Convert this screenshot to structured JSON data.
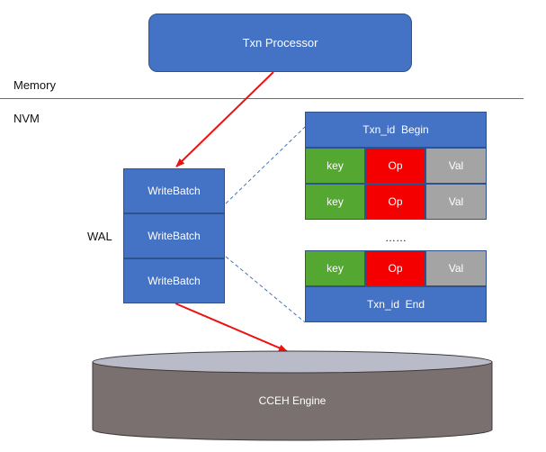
{
  "processor": {
    "label": "Txn Processor"
  },
  "regions": {
    "memory": "Memory",
    "nvm": "NVM"
  },
  "wal": {
    "label": "WAL",
    "batches": [
      "WriteBatch",
      "WriteBatch",
      "WriteBatch"
    ]
  },
  "batch_detail": {
    "begin": "Txn_id  Begin",
    "rows": [
      {
        "key": "key",
        "op": "Op",
        "val": "Val"
      },
      {
        "key": "key",
        "op": "Op",
        "val": "Val"
      }
    ],
    "ellipsis": "……",
    "last_row": {
      "key": "key",
      "op": "Op",
      "val": "Val"
    },
    "end": "Txn_id  End"
  },
  "engine": {
    "label": "CCEH Engine"
  },
  "colors": {
    "box_blue": "#4472c4",
    "key_green": "#54a832",
    "op_red": "#f40000",
    "val_gray": "#a4a4a4",
    "arrow_red": "#ee1111",
    "cylinder_body": "#7a7070",
    "cylinder_top": "#b9bcc8"
  }
}
